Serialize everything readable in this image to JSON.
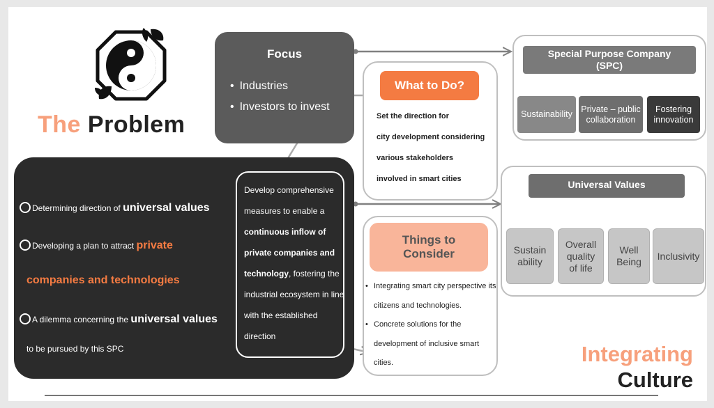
{
  "problem_title": {
    "w1": "The",
    "w2": "Problem"
  },
  "focus": {
    "title": "Focus",
    "items": [
      "Industries",
      "Investors to invest"
    ]
  },
  "what_to_do": {
    "title": "What to Do?",
    "lines": [
      "Set the direction for",
      "city development considering",
      "various stakeholders",
      "involved in smart cities"
    ]
  },
  "spc": {
    "title_line1": "Special Purpose Company",
    "title_line2": "(SPC)",
    "items": [
      {
        "line1": "Sustainability",
        "line2": ""
      },
      {
        "line1": "Private – public",
        "line2": "collaboration"
      },
      {
        "line1": "Fostering",
        "line2": "innovation"
      }
    ]
  },
  "problems": {
    "p1_a": "Determining direction of ",
    "p1_b": "universal values",
    "p2_a": "Developing a plan to attract ",
    "p2_b": "private",
    "p2_c": "companies and technologies",
    "p3_a": "A dilemma concerning the ",
    "p3_b": "universal values",
    "p3_c": "to be pursued by this SPC"
  },
  "develop": {
    "t1": "Develop comprehensive measures to enable a ",
    "b1": "continuous inflow of private companies and technology",
    "t2": ", fostering the industrial ecosystem in line with the established direction"
  },
  "things": {
    "title_line1": "Things to",
    "title_line2": "Consider",
    "items": [
      "Integrating smart city perspective its citizens and technologies.",
      "Concrete solutions for the development of inclusive smart cities."
    ]
  },
  "universal_values": {
    "title": "Universal Values",
    "items": [
      {
        "line1": "Sustain",
        "line2": "ability",
        "line3": ""
      },
      {
        "line1": "Overall",
        "line2": "quality",
        "line3": "of life"
      },
      {
        "line1": "Well",
        "line2": "Being",
        "line3": ""
      },
      {
        "line1": "Inclusivity",
        "line2": "",
        "line3": ""
      }
    ]
  },
  "integrating": {
    "line1": "Integrating",
    "line2": "Culture"
  },
  "colors": {
    "accent_orange": "#f47b42",
    "peach": "#f9b59a",
    "dark": "#2b2b2b",
    "grey_box": "#5b5b5b"
  }
}
